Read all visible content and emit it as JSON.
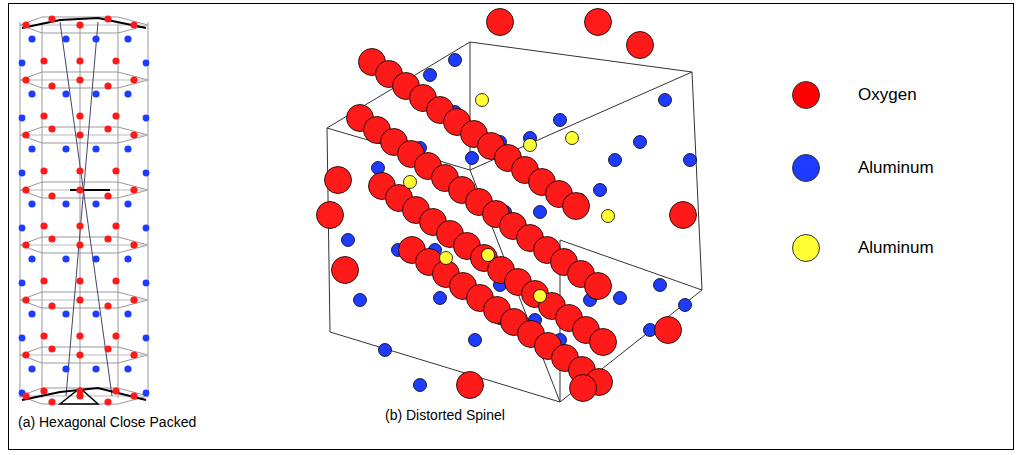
{
  "diagram": {
    "labels": [
      "(a) Hexagonal Close Packed",
      "(b) Distorted Spinel"
    ],
    "legend": [
      {
        "text": "Oxygen",
        "color": "#ff0000"
      },
      {
        "text": "Aluminum",
        "color": "#1e3cff"
      },
      {
        "text": "Aluminum",
        "color": "#ffff33"
      }
    ]
  }
}
